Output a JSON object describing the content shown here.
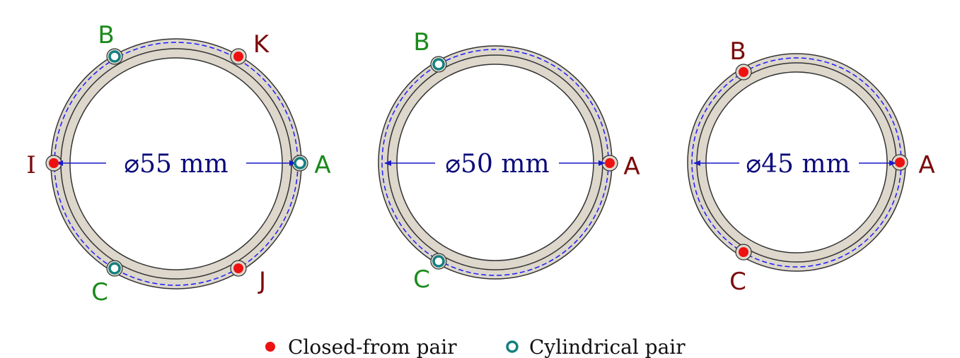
{
  "colors": {
    "ring_fill": "#ddd7cc",
    "ring_stroke": "#333333",
    "pitch_line": "#1a1aff",
    "dimension": "#1a1acc",
    "dimension_text": "#0a0a7a",
    "closed_dot": "#ee1111",
    "cyl_ring": "#138080",
    "label_green": "#1a8a1a",
    "label_red": "#7a0a0a"
  },
  "rings": [
    {
      "id": "ring-55",
      "diameter_label": "⌀55 mm",
      "points": [
        {
          "label": "A",
          "type": "cylindrical",
          "label_color": "green"
        },
        {
          "label": "B",
          "type": "cylindrical",
          "label_color": "green"
        },
        {
          "label": "C",
          "type": "cylindrical",
          "label_color": "green"
        },
        {
          "label": "I",
          "type": "closed",
          "label_color": "red"
        },
        {
          "label": "J",
          "type": "closed",
          "label_color": "red"
        },
        {
          "label": "K",
          "type": "closed",
          "label_color": "red"
        }
      ]
    },
    {
      "id": "ring-50",
      "diameter_label": "⌀50 mm",
      "points": [
        {
          "label": "A",
          "type": "closed",
          "label_color": "red"
        },
        {
          "label": "B",
          "type": "cylindrical",
          "label_color": "green"
        },
        {
          "label": "C",
          "type": "cylindrical",
          "label_color": "green"
        }
      ]
    },
    {
      "id": "ring-45",
      "diameter_label": "⌀45 mm",
      "points": [
        {
          "label": "A",
          "type": "closed",
          "label_color": "red"
        },
        {
          "label": "B",
          "type": "closed",
          "label_color": "red"
        },
        {
          "label": "C",
          "type": "closed",
          "label_color": "red"
        }
      ]
    }
  ],
  "legend": {
    "closed_label": "Closed-from pair",
    "cylindrical_label": "Cylindrical pair"
  }
}
